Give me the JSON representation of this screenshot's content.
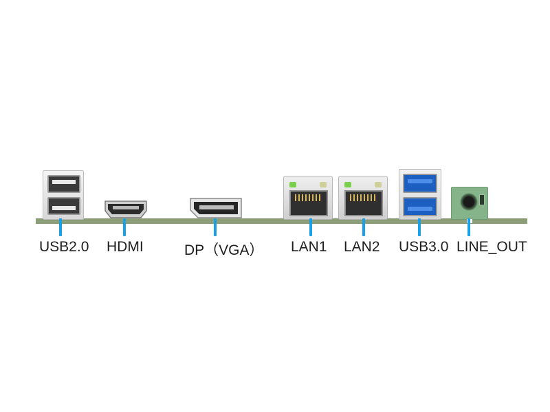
{
  "ports": [
    {
      "id": "usb2",
      "label": "USB2.0",
      "icon": "usb-2-port-icon"
    },
    {
      "id": "hdmi",
      "label": "HDMI",
      "icon": "hdmi-port-icon"
    },
    {
      "id": "dp",
      "label": "DP（VGA）",
      "icon": "displayport-icon"
    },
    {
      "id": "lan1",
      "label": "LAN1",
      "icon": "rj45-port-icon"
    },
    {
      "id": "lan2",
      "label": "LAN2",
      "icon": "rj45-port-icon"
    },
    {
      "id": "usb3",
      "label": "USB3.0",
      "icon": "usb-3-port-icon"
    },
    {
      "id": "line_out",
      "label": "LINE_OUT",
      "icon": "audio-jack-icon"
    }
  ],
  "colors": {
    "board": "#8c9e78",
    "leader": "#1aa0e6",
    "usb3_blue": "#1d5fc0",
    "audio_green": "#86b48a",
    "label_text": "#1e1e1e"
  }
}
